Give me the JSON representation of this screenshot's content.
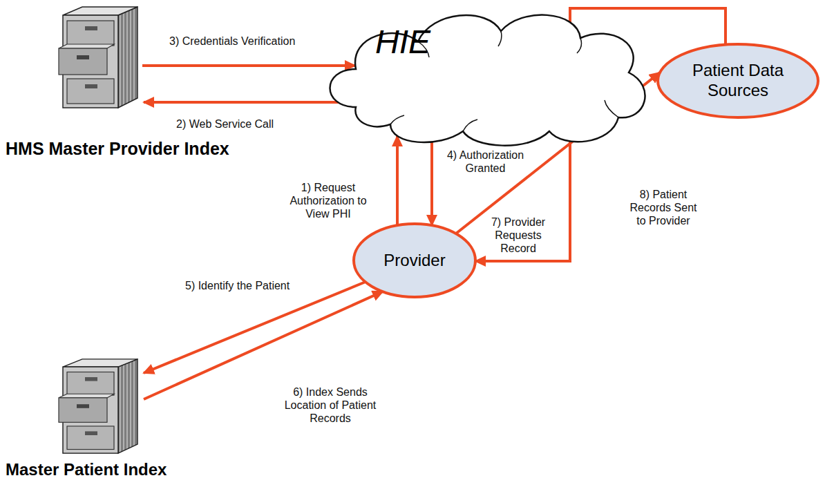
{
  "diagram": {
    "nodes": [
      {
        "text": [
          "HMS Master Provider Index"
        ]
      },
      {
        "text": [
          "HIE"
        ]
      },
      {
        "text": [
          "Patient Data Sources"
        ]
      },
      {
        "text": [
          "Provider"
        ]
      },
      {
        "text": [
          "Master Patient Index"
        ]
      }
    ],
    "edges": [
      {
        "from": 3,
        "to": 1,
        "label": "1) Request Authorization to View PHI",
        "arrow": "to"
      },
      {
        "from": 1,
        "to": 0,
        "label": "2) Web Service Call",
        "arrow": "to"
      },
      {
        "from": 0,
        "to": 1,
        "label": "3) Credentials Verification",
        "arrow": "to"
      },
      {
        "from": 1,
        "to": 3,
        "label": "4) Authorization Granted",
        "arrow": "to"
      },
      {
        "from": 3,
        "to": 4,
        "label": "5) Identify the Patient",
        "arrow": "to"
      },
      {
        "from": 4,
        "to": 3,
        "label": "6) Index Sends Location of Patient Records",
        "arrow": "to"
      },
      {
        "from": 3,
        "to": 2,
        "label": "7) Provider Requests Record",
        "arrow": "to"
      },
      {
        "from": 2,
        "to": 3,
        "label": "8) Patient Records Sent to Provider",
        "arrow": "to"
      }
    ]
  }
}
